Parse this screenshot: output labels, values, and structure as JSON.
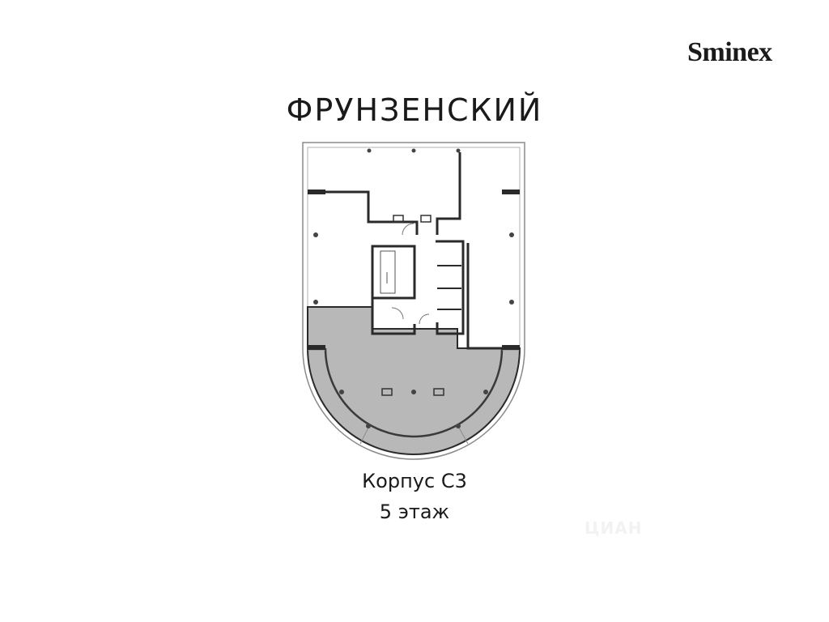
{
  "brand": {
    "logo_text": "Sminex"
  },
  "header": {
    "project_name": "ФРУНЗЕНСКИЙ"
  },
  "caption": {
    "building": "Корпус С3",
    "floor": "5 этаж"
  },
  "plan": {
    "highlighted_area_color": "#b8b8b8",
    "wall_color": "#2a2a2a",
    "outline_color": "#8a8a8a"
  },
  "watermark": {
    "text": "ЦИАН"
  }
}
